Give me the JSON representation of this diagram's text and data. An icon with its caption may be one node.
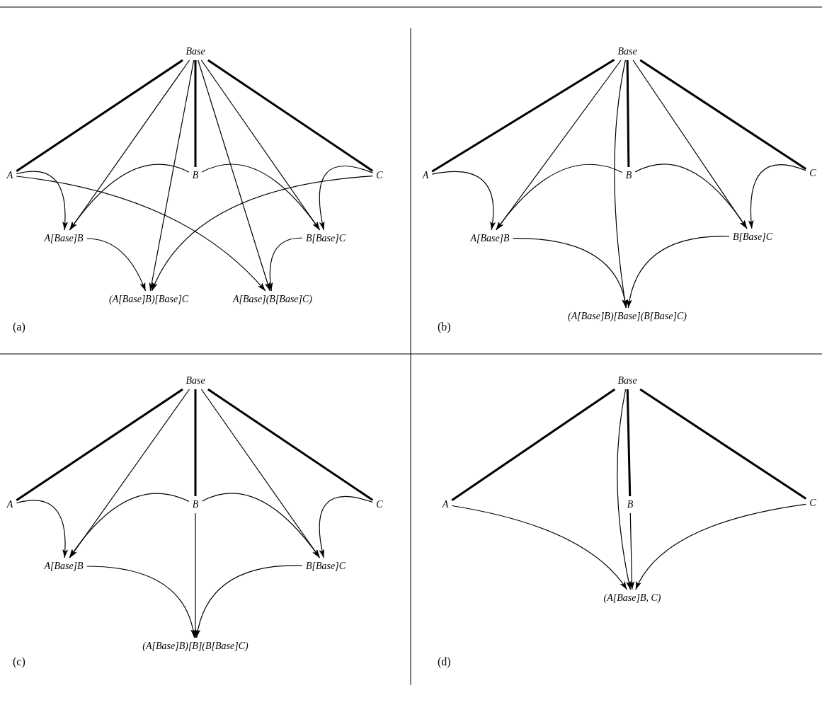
{
  "diagram": {
    "nodes": [
      {
        "text": [
          "Base"
        ]
      },
      {
        "text": [
          "A"
        ]
      },
      {
        "text": [
          "B"
        ]
      },
      {
        "text": [
          "C"
        ]
      },
      {
        "text": [
          "A[Base]B"
        ]
      },
      {
        "text": [
          "B[Base]C"
        ]
      },
      {
        "text": [
          "(A[Base]B)[Base]C"
        ]
      },
      {
        "text": [
          "A[Base](B[Base]C)"
        ]
      },
      {
        "text": [
          "Base"
        ]
      },
      {
        "text": [
          "A"
        ]
      },
      {
        "text": [
          "B"
        ]
      },
      {
        "text": [
          "C"
        ]
      },
      {
        "text": [
          "A[Base]B"
        ]
      },
      {
        "text": [
          "B[Base]C"
        ]
      },
      {
        "text": [
          "(A[Base]B)[Base](B[Base]C)"
        ]
      },
      {
        "text": [
          "Base"
        ]
      },
      {
        "text": [
          "A"
        ]
      },
      {
        "text": [
          "B"
        ]
      },
      {
        "text": [
          "C"
        ]
      },
      {
        "text": [
          "A[Base]B"
        ]
      },
      {
        "text": [
          "B[Base]C"
        ]
      },
      {
        "text": [
          "(A[Base]B)[B](B[Base]C)"
        ]
      },
      {
        "text": [
          "Base"
        ]
      },
      {
        "text": [
          "A"
        ]
      },
      {
        "text": [
          "B"
        ]
      },
      {
        "text": [
          "C"
        ]
      },
      {
        "text": [
          "(A[Base]B, C)"
        ]
      }
    ],
    "edges": [
      {
        "from": 0,
        "to": 1,
        "arrow": "none",
        "style": "thick"
      },
      {
        "from": 0,
        "to": 2,
        "arrow": "none",
        "style": "thick"
      },
      {
        "from": 0,
        "to": 3,
        "arrow": "none",
        "style": "thick"
      },
      {
        "from": 0,
        "to": 4,
        "arrow": "to"
      },
      {
        "from": 0,
        "to": 6,
        "arrow": "to"
      },
      {
        "from": 0,
        "to": 7,
        "arrow": "to"
      },
      {
        "from": 0,
        "to": 5,
        "arrow": "to"
      },
      {
        "from": 1,
        "to": 4,
        "arrow": "to"
      },
      {
        "from": 2,
        "to": 4,
        "arrow": "to"
      },
      {
        "from": 2,
        "to": 5,
        "arrow": "to"
      },
      {
        "from": 3,
        "to": 5,
        "arrow": "to"
      },
      {
        "from": 1,
        "to": 7,
        "arrow": "to"
      },
      {
        "from": 3,
        "to": 6,
        "arrow": "to"
      },
      {
        "from": 4,
        "to": 6,
        "arrow": "to"
      },
      {
        "from": 5,
        "to": 7,
        "arrow": "to"
      },
      {
        "from": 8,
        "to": 9,
        "arrow": "none",
        "style": "thick"
      },
      {
        "from": 8,
        "to": 10,
        "arrow": "none",
        "style": "thick"
      },
      {
        "from": 8,
        "to": 11,
        "arrow": "none",
        "style": "thick"
      },
      {
        "from": 8,
        "to": 12,
        "arrow": "to"
      },
      {
        "from": 8,
        "to": 13,
        "arrow": "to"
      },
      {
        "from": 8,
        "to": 14,
        "arrow": "to"
      },
      {
        "from": 9,
        "to": 12,
        "arrow": "to"
      },
      {
        "from": 10,
        "to": 12,
        "arrow": "to"
      },
      {
        "from": 10,
        "to": 13,
        "arrow": "to"
      },
      {
        "from": 11,
        "to": 13,
        "arrow": "to"
      },
      {
        "from": 12,
        "to": 14,
        "arrow": "to"
      },
      {
        "from": 13,
        "to": 14,
        "arrow": "to"
      },
      {
        "from": 15,
        "to": 16,
        "arrow": "none",
        "style": "thick"
      },
      {
        "from": 15,
        "to": 17,
        "arrow": "none",
        "style": "thick"
      },
      {
        "from": 15,
        "to": 18,
        "arrow": "none",
        "style": "thick"
      },
      {
        "from": 15,
        "to": 19,
        "arrow": "to"
      },
      {
        "from": 15,
        "to": 20,
        "arrow": "to"
      },
      {
        "from": 16,
        "to": 19,
        "arrow": "to"
      },
      {
        "from": 17,
        "to": 19,
        "arrow": "to"
      },
      {
        "from": 17,
        "to": 20,
        "arrow": "to"
      },
      {
        "from": 18,
        "to": 20,
        "arrow": "to"
      },
      {
        "from": 19,
        "to": 21,
        "arrow": "to"
      },
      {
        "from": 17,
        "to": 21,
        "arrow": "to"
      },
      {
        "from": 20,
        "to": 21,
        "arrow": "to"
      },
      {
        "from": 22,
        "to": 23,
        "arrow": "none",
        "style": "thick"
      },
      {
        "from": 22,
        "to": 24,
        "arrow": "none",
        "style": "thick"
      },
      {
        "from": 22,
        "to": 25,
        "arrow": "none",
        "style": "thick"
      },
      {
        "from": 22,
        "to": 26,
        "arrow": "to"
      },
      {
        "from": 23,
        "to": 26,
        "arrow": "to"
      },
      {
        "from": 24,
        "to": 26,
        "arrow": "to"
      },
      {
        "from": 25,
        "to": 26,
        "arrow": "to"
      }
    ],
    "labels": [
      "(a)",
      "(b)",
      "(c)",
      "(d)"
    ]
  }
}
